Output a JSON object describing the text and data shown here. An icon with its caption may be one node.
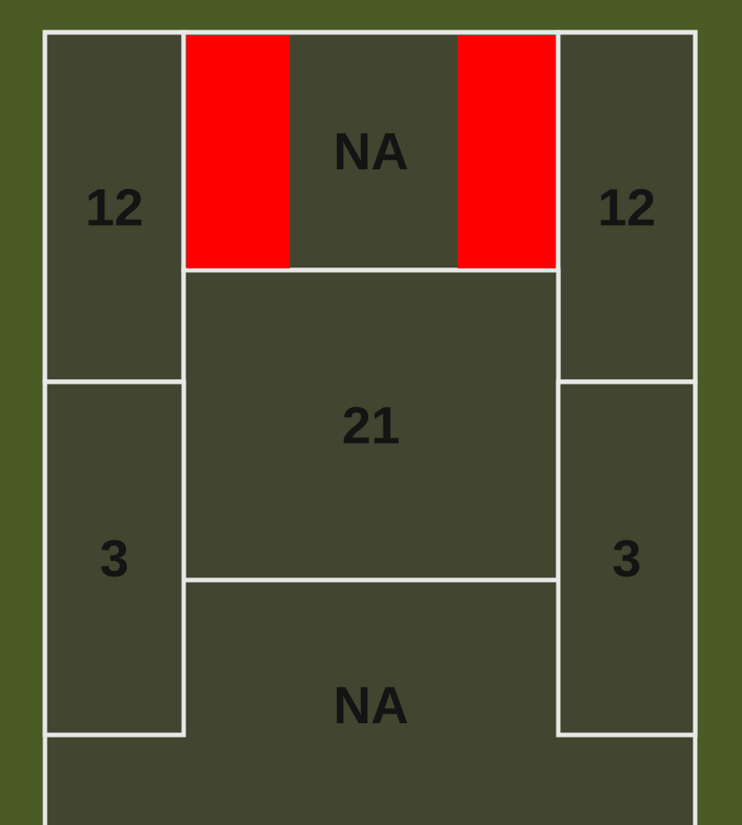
{
  "diagram": {
    "nodes": [
      {
        "text": [],
        "shape": "box"
      },
      {
        "text": [
          "12"
        ],
        "in": 0
      },
      {
        "text": [
          "NA"
        ],
        "in": 0
      },
      {
        "text": [],
        "shape": "bar",
        "in": 2
      },
      {
        "text": [],
        "shape": "bar",
        "in": 2
      },
      {
        "text": [
          "12"
        ],
        "in": 0
      },
      {
        "text": [
          "21"
        ],
        "in": 0
      },
      {
        "text": [
          "3"
        ],
        "in": 0
      },
      {
        "text": [
          "3"
        ],
        "in": 0
      },
      {
        "text": [
          "NA"
        ],
        "in": 0
      }
    ]
  }
}
